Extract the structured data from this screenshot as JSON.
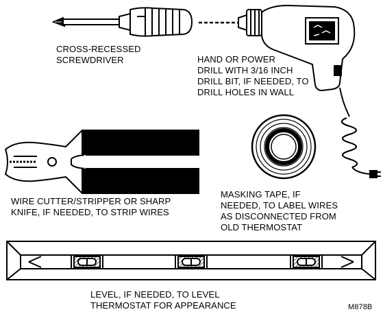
{
  "figure_code": "M878B",
  "tools": {
    "screwdriver": {
      "lines": [
        "CROSS-RECESSED",
        "SCREWDRIVER"
      ],
      "icon": "screwdriver-icon"
    },
    "drill": {
      "lines": [
        "HAND OR POWER",
        "DRILL WITH 3/16 INCH",
        "DRILL BIT, IF NEEDED, TO",
        "DRILL HOLES IN WALL"
      ],
      "icon": "power-drill-icon"
    },
    "wire_cutter": {
      "lines": [
        "WIRE CUTTER/STRIPPER OR SHARP",
        "KNIFE, IF NEEDED, TO STRIP WIRES"
      ],
      "icon": "wire-cutter-icon"
    },
    "masking_tape": {
      "lines": [
        "MASKING TAPE, IF",
        "NEEDED, TO LABEL WIRES",
        "AS DISCONNECTED FROM",
        "OLD THERMOSTAT"
      ],
      "icon": "tape-roll-icon"
    },
    "level": {
      "lines": [
        "LEVEL, IF NEEDED, TO LEVEL",
        "THERMOSTAT FOR APPEARANCE"
      ],
      "icon": "spirit-level-icon"
    }
  },
  "colors": {
    "ink": "#000000",
    "paper": "#ffffff"
  }
}
